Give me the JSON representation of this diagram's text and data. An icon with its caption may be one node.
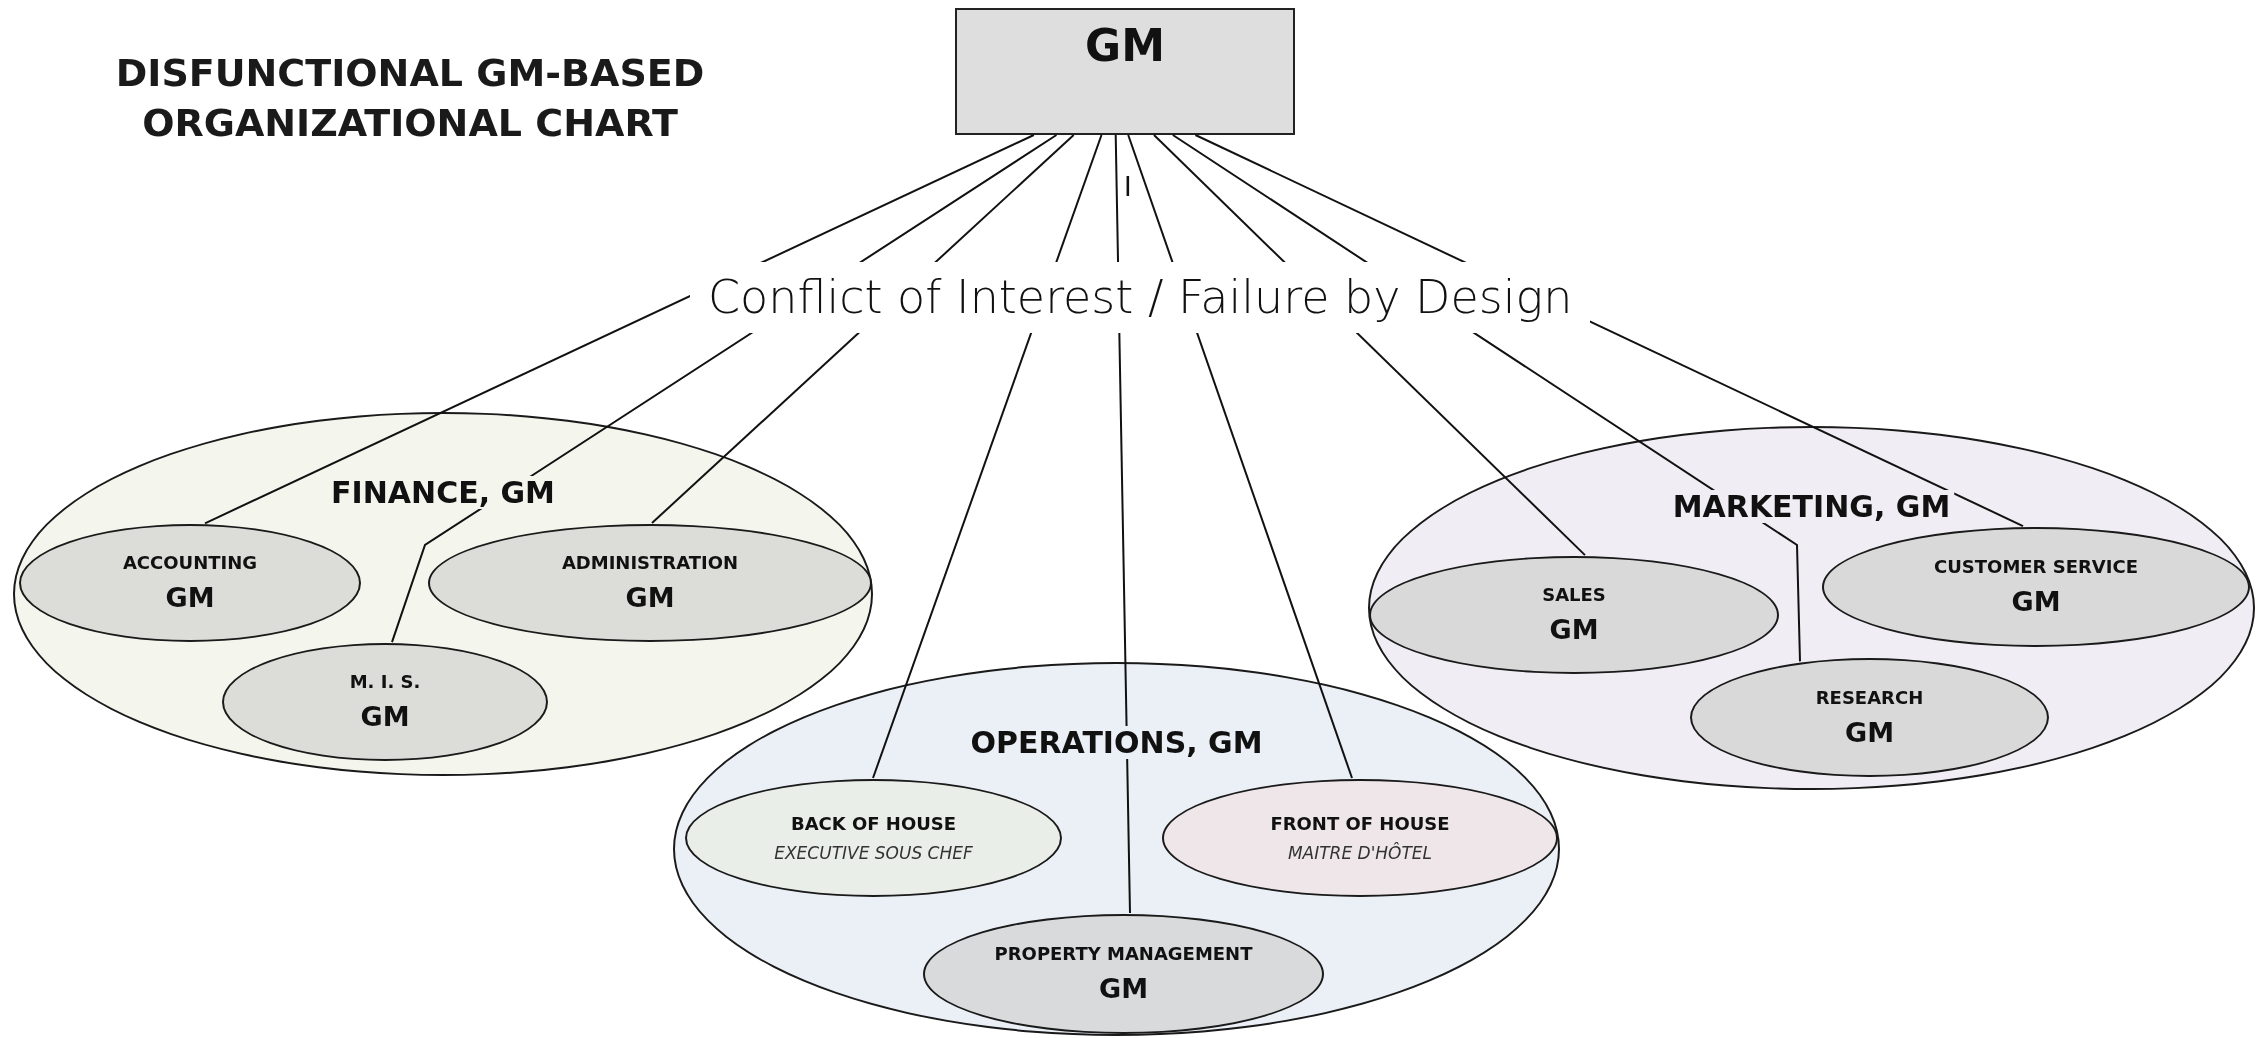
{
  "diagram": {
    "title": "DISFUNCTIONAL GM-BASED ORGANIZATIONAL CHART",
    "nodes": [
      {
        "text": [
          "GM"
        ]
      },
      {
        "text": [
          "FINANCE, GM"
        ]
      },
      {
        "text": [
          "ACCOUNTING",
          "GM"
        ],
        "in": 1
      },
      {
        "text": [
          "ADMINISTRATION",
          "GM"
        ],
        "in": 1
      },
      {
        "text": [
          "M. I. S.",
          "GM"
        ],
        "in": 1
      },
      {
        "text": [
          "OPERATIONS, GM"
        ]
      },
      {
        "text": [
          "BACK OF HOUSE",
          "EXECUTIVE SOUS CHEF"
        ],
        "in": 5
      },
      {
        "text": [
          "FRONT OF HOUSE",
          "MAITRE D'HÔTEL"
        ],
        "in": 5
      },
      {
        "text": [
          "PROPERTY MANAGEMENT",
          "GM"
        ],
        "in": 5
      },
      {
        "text": [
          "MARKETING, GM"
        ]
      },
      {
        "text": [
          "SALES",
          "GM"
        ],
        "in": 9
      },
      {
        "text": [
          "CUSTOMER SERVICE",
          "GM"
        ],
        "in": 9
      },
      {
        "text": [
          "RESEARCH",
          "GM"
        ],
        "in": 9
      }
    ],
    "edges": [
      {
        "from": 0,
        "to": 2,
        "arrow": "none"
      },
      {
        "from": 0,
        "to": 4,
        "arrow": "none"
      },
      {
        "from": 0,
        "to": 3,
        "arrow": "none"
      },
      {
        "from": 0,
        "to": 6,
        "arrow": "none"
      },
      {
        "from": 0,
        "to": 8,
        "arrow": "none"
      },
      {
        "from": 0,
        "to": 7,
        "arrow": "none"
      },
      {
        "from": 0,
        "to": 10,
        "arrow": "none"
      },
      {
        "from": 0,
        "to": 12,
        "arrow": "none"
      },
      {
        "from": 0,
        "to": 11,
        "arrow": "none"
      }
    ],
    "labels": [
      "I",
      "Conflict of Interest / Failure by Design"
    ]
  }
}
